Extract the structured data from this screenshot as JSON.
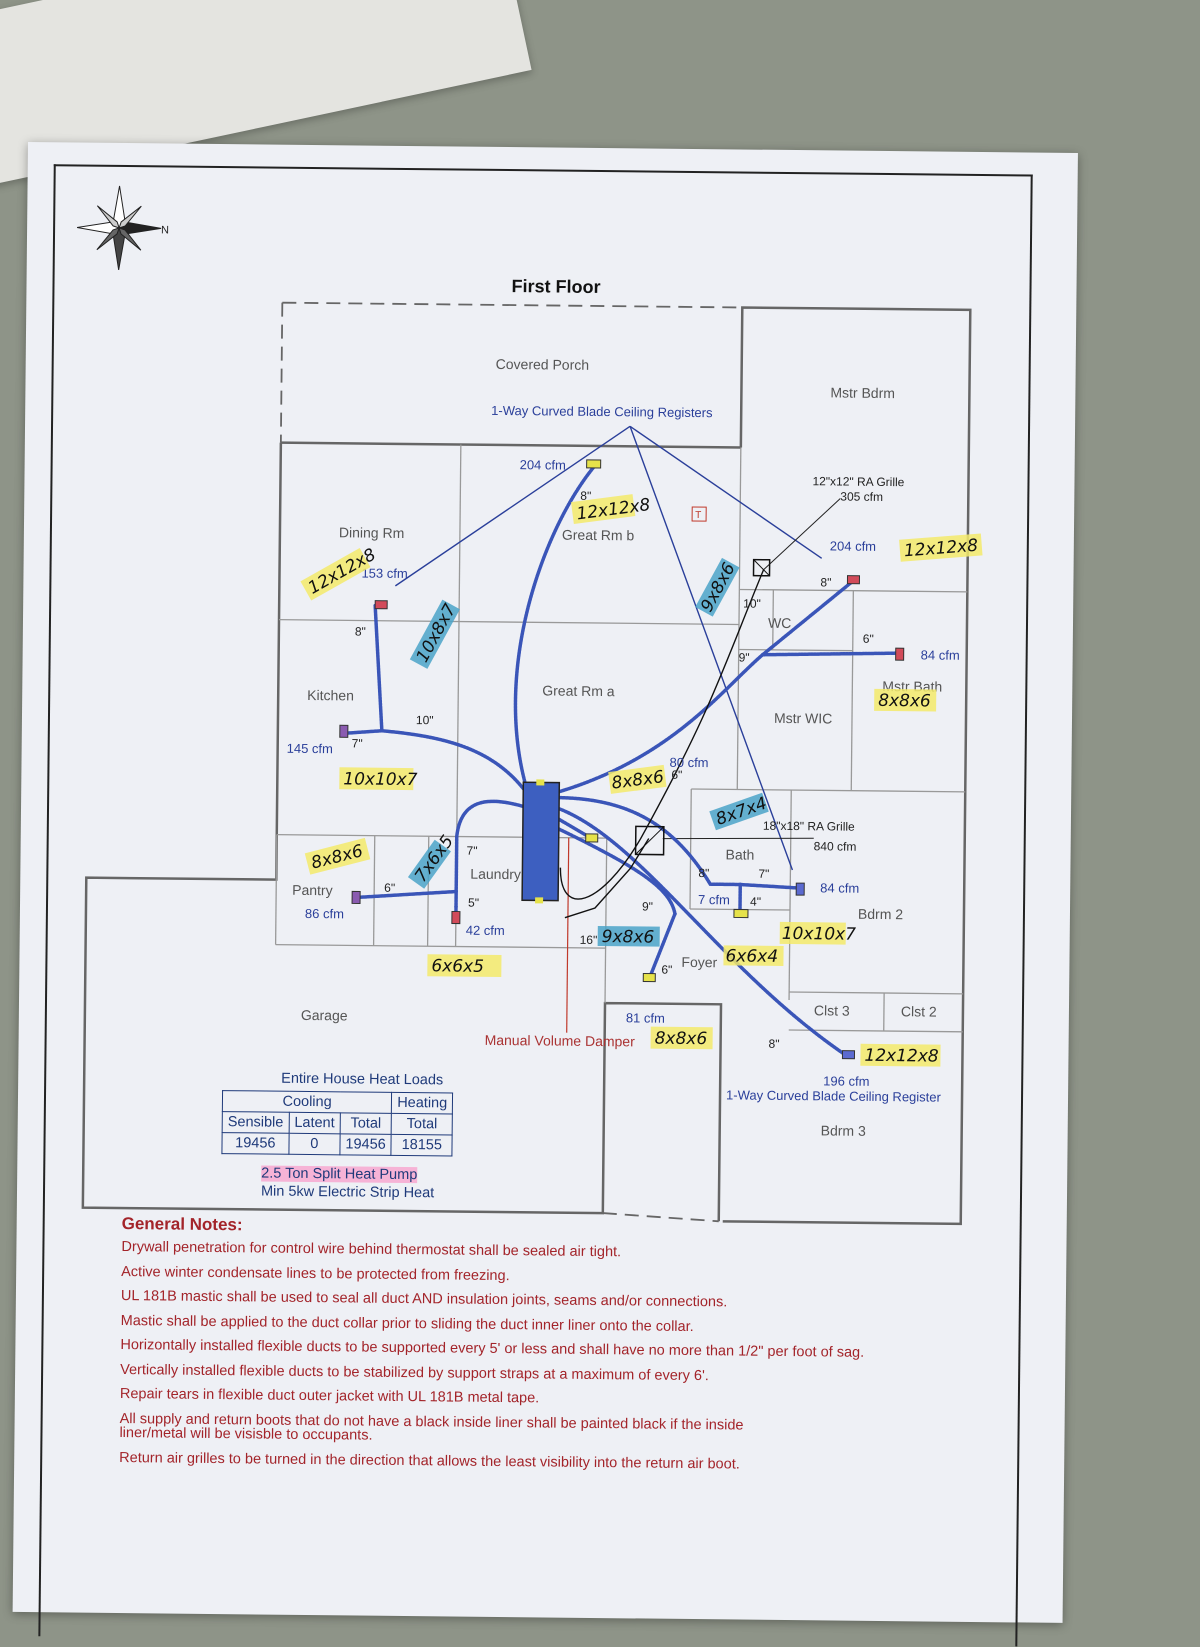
{
  "title": "First Floor",
  "compass_label": "N",
  "rooms": {
    "covered_porch": "Covered Porch",
    "mstr_bdrm": "Mstr Bdrm",
    "dining": "Dining Rm",
    "great_b": "Great Rm b",
    "great_a": "Great Rm a",
    "kitchen": "Kitchen",
    "wc": "WC",
    "mstr_bath": "Mstr Bath",
    "mstr_wic": "Mstr WIC",
    "bath": "Bath",
    "bdrm2": "Bdrm 2",
    "pantry": "Pantry",
    "laundry": "Laundry",
    "foyer": "Foyer",
    "garage": "Garage",
    "clst3": "Clst 3",
    "clst2": "Clst 2",
    "bdrm3": "Bdrm 3"
  },
  "annotations": {
    "ceiling_registers": "1-Way Curved Blade Ceiling Registers",
    "ceiling_register_single": "1-Way Curved Blade Ceiling Register",
    "ra12": "12\"x12\" RA Grille",
    "ra12_cfm": "305 cfm",
    "ra18": "18\"x18\" RA Grille",
    "ra18_cfm": "840 cfm",
    "damper": "Manual Volume Damper",
    "thermostat": "T"
  },
  "cfm": {
    "great_b": "204 cfm",
    "mstr_bdrm": "204 cfm",
    "dining": "153 cfm",
    "mstr_bath": "84 cfm",
    "kitchen": "145 cfm",
    "bath80": "80 cfm",
    "bdrm2": "84 cfm",
    "bath7": "7 cfm",
    "pantry": "86 cfm",
    "laundry": "42 cfm",
    "foyer": "81 cfm",
    "bdrm3": "196 cfm"
  },
  "duct_sizes": {
    "d8a": "8\"",
    "d8b": "8\"",
    "d8c": "8\"",
    "d10a": "10\"",
    "d10b": "10\"",
    "d6a": "6\"",
    "d9a": "9\"",
    "d7a": "7\"",
    "d6b": "6\"",
    "d7b": "7\"",
    "d6c": "6\"",
    "d5a": "5\"",
    "d8d": "8\"",
    "d7c": "7\"",
    "d4a": "4\"",
    "d9b": "9\"",
    "d16": "16\"",
    "d6d": "6\"",
    "d8e": "8\""
  },
  "handwritten": {
    "h1": "12x12x8",
    "h2": "12x12x8",
    "h3": "12x12x8",
    "h4": "10x8x7",
    "h5": "9x8x6",
    "h6": "8x8x6",
    "h7": "10x10x7",
    "h8": "8x8x6",
    "h9": "8x7x4",
    "h10": "8x8x6",
    "h11": "7x6x5",
    "h12": "6x6x5",
    "h13": "9x8x6",
    "h14": "6x6x4",
    "h15": "10x10x7",
    "h16": "8x8x6",
    "h17": "12x12x8"
  },
  "heat_loads": {
    "caption": "Entire House Heat Loads",
    "cooling": "Cooling",
    "heating": "Heating",
    "sensible": "Sensible",
    "latent": "Latent",
    "total": "Total",
    "heating_total": "Total",
    "sensible_val": "19456",
    "latent_val": "0",
    "total_val": "19456",
    "heating_val": "18155"
  },
  "equipment": {
    "line1": "2.5 Ton Split Heat Pump",
    "line2": "Min 5kw Electric Strip Heat"
  },
  "notes": {
    "heading": "General Notes:",
    "items": [
      "Drywall penetration for control wire behind thermostat shall be sealed air tight.",
      "Active winter condensate lines to be protected from freezing.",
      "UL 181B mastic shall be used to seal all duct AND insulation joints, seams and/or connections.",
      "Mastic shall be applied to the duct collar prior to sliding the duct inner liner onto the collar.",
      "Horizontally installed flexible ducts to be supported every 5' or less and shall have no more than 1/2\" per foot of sag.",
      "Vertically installed flexible ducts to be stabilized by support straps at a maximum of every 6'.",
      "Repair tears in flexible duct outer jacket with UL 181B metal tape.",
      "All supply and return boots that do not have a black inside liner shall be painted black if the inside liner/metal will be visisble to occupants.",
      "Return air grilles to be turned in the direction that allows the least visibility into the return air boot."
    ]
  },
  "colors": {
    "duct": "#3a55b8",
    "walls": "#666666",
    "notes": "#a3242a",
    "highlight_yellow": "#f3ea6a",
    "highlight_blue": "#4aa3c8"
  }
}
